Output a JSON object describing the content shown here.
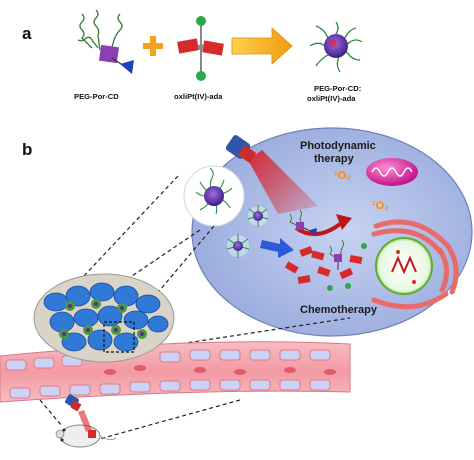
{
  "panel_a": {
    "letter": "a",
    "label_peg_por_cd": "PEG-Por-CD",
    "label_oxlipt": "oxliPt(IV)-ada",
    "label_product_line1": "PEG-Por-CD:",
    "label_product_line2": "oxliPt(IV)-ada",
    "plus_color": "#f4a21c",
    "arrow_color": "#f7b21a"
  },
  "panel_b": {
    "letter": "b",
    "label_pdt_line1": "Photodynamic",
    "label_pdt_line2": "therapy",
    "label_chemo": "Chemotherapy",
    "singlet_oxygen": "¹O₂",
    "cell_color": "#b9c6ea",
    "vessel_color": "#f4a6ad",
    "laser_color": "#d9222a"
  }
}
